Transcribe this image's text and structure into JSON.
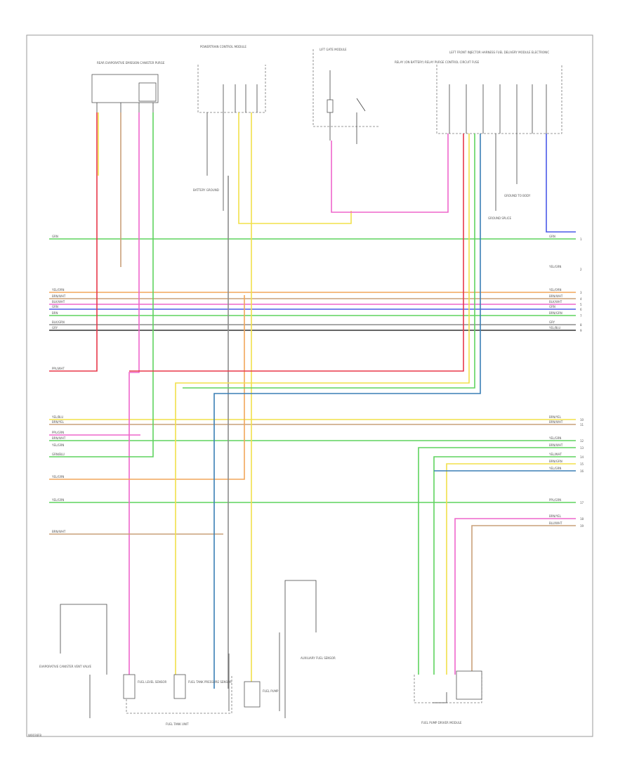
{
  "diagram": {
    "footer_code": "W0036F8",
    "components": {
      "rear_fuel_valve": "REAR EVAPORATIVE EMISSION CANISTER PURGE",
      "underhood_module": "POWERTRAIN CONTROL MODULE",
      "lift_gate": "LIFT GATE MODULE",
      "lift_gate_note": "RELAY (ON BATTERY) RELAY PURGE CONTROL CIRCUIT FUSE",
      "left_front_module": "LEFT FRONT INJECTOR HARNESS FUEL DELIVERY MODULE ELECTRONIC",
      "ground_left": "BATTERY GROUND",
      "ground_mid": "GROUND SPLICE",
      "ground_right": "GROUND TO BODY",
      "evap_valve": "EVAPORATIVE CANISTER VENT VALVE",
      "fuel_tank": "FUEL TANK UNIT",
      "fuel_pump": "FUEL PUMP",
      "fuel_level_sensor": "FUEL LEVEL SENSOR",
      "pressure_sensor": "FUEL TANK PRESSURE SENSOR",
      "aux_sensor": "AUXILIARY FUEL SENSOR",
      "fuel_pump_driver": "FUEL PUMP DRIVER MODULE"
    },
    "left_labels": [
      "GRN",
      "YEL/ORN",
      "BRN/WHT",
      "BLK/WHT",
      "GRN",
      "BRN",
      "BLK/GRN",
      "GRY",
      "PPL/WHT",
      "YEL/BLU",
      "BRN/YEL",
      "PPL/GRN",
      "BRN/WHT",
      "YEL/GRN",
      "GRN/BLU",
      "YEL/GRN",
      "YEL/GRN",
      "BRN/WHT"
    ],
    "right_labels": [
      "GRN",
      "YEL/GRN",
      "YEL/ORN",
      "BRN/WHT",
      "BLK/WHT",
      "GRN",
      "BRN/GRN",
      "GRY",
      "YEL/BLU",
      "BRN/YEL",
      "BRN/WHT",
      "YEL/GRN",
      "BRN/WHT",
      "YEL/WHT",
      "BRN/GRN",
      "YEL/GRN",
      "PPL/GRN",
      "BRN/YEL",
      "BLU/WHT"
    ],
    "right_pins": [
      "1",
      "2",
      "3",
      "4",
      "5",
      "6",
      "7",
      "8",
      "9",
      "10",
      "11",
      "12",
      "13",
      "14",
      "15",
      "16",
      "17",
      "18",
      "19"
    ],
    "colors": {
      "yellow": "#f2e04a",
      "orange": "#f2a65a",
      "pink": "#ee66cc",
      "red": "#e8384a",
      "green": "#5fd35f",
      "blue": "#4a5ae8",
      "violet": "#a25ad8",
      "gray": "#8c8c8c",
      "tan": "#c9a079",
      "teal": "#3a7fb5",
      "black": "#333333"
    }
  }
}
